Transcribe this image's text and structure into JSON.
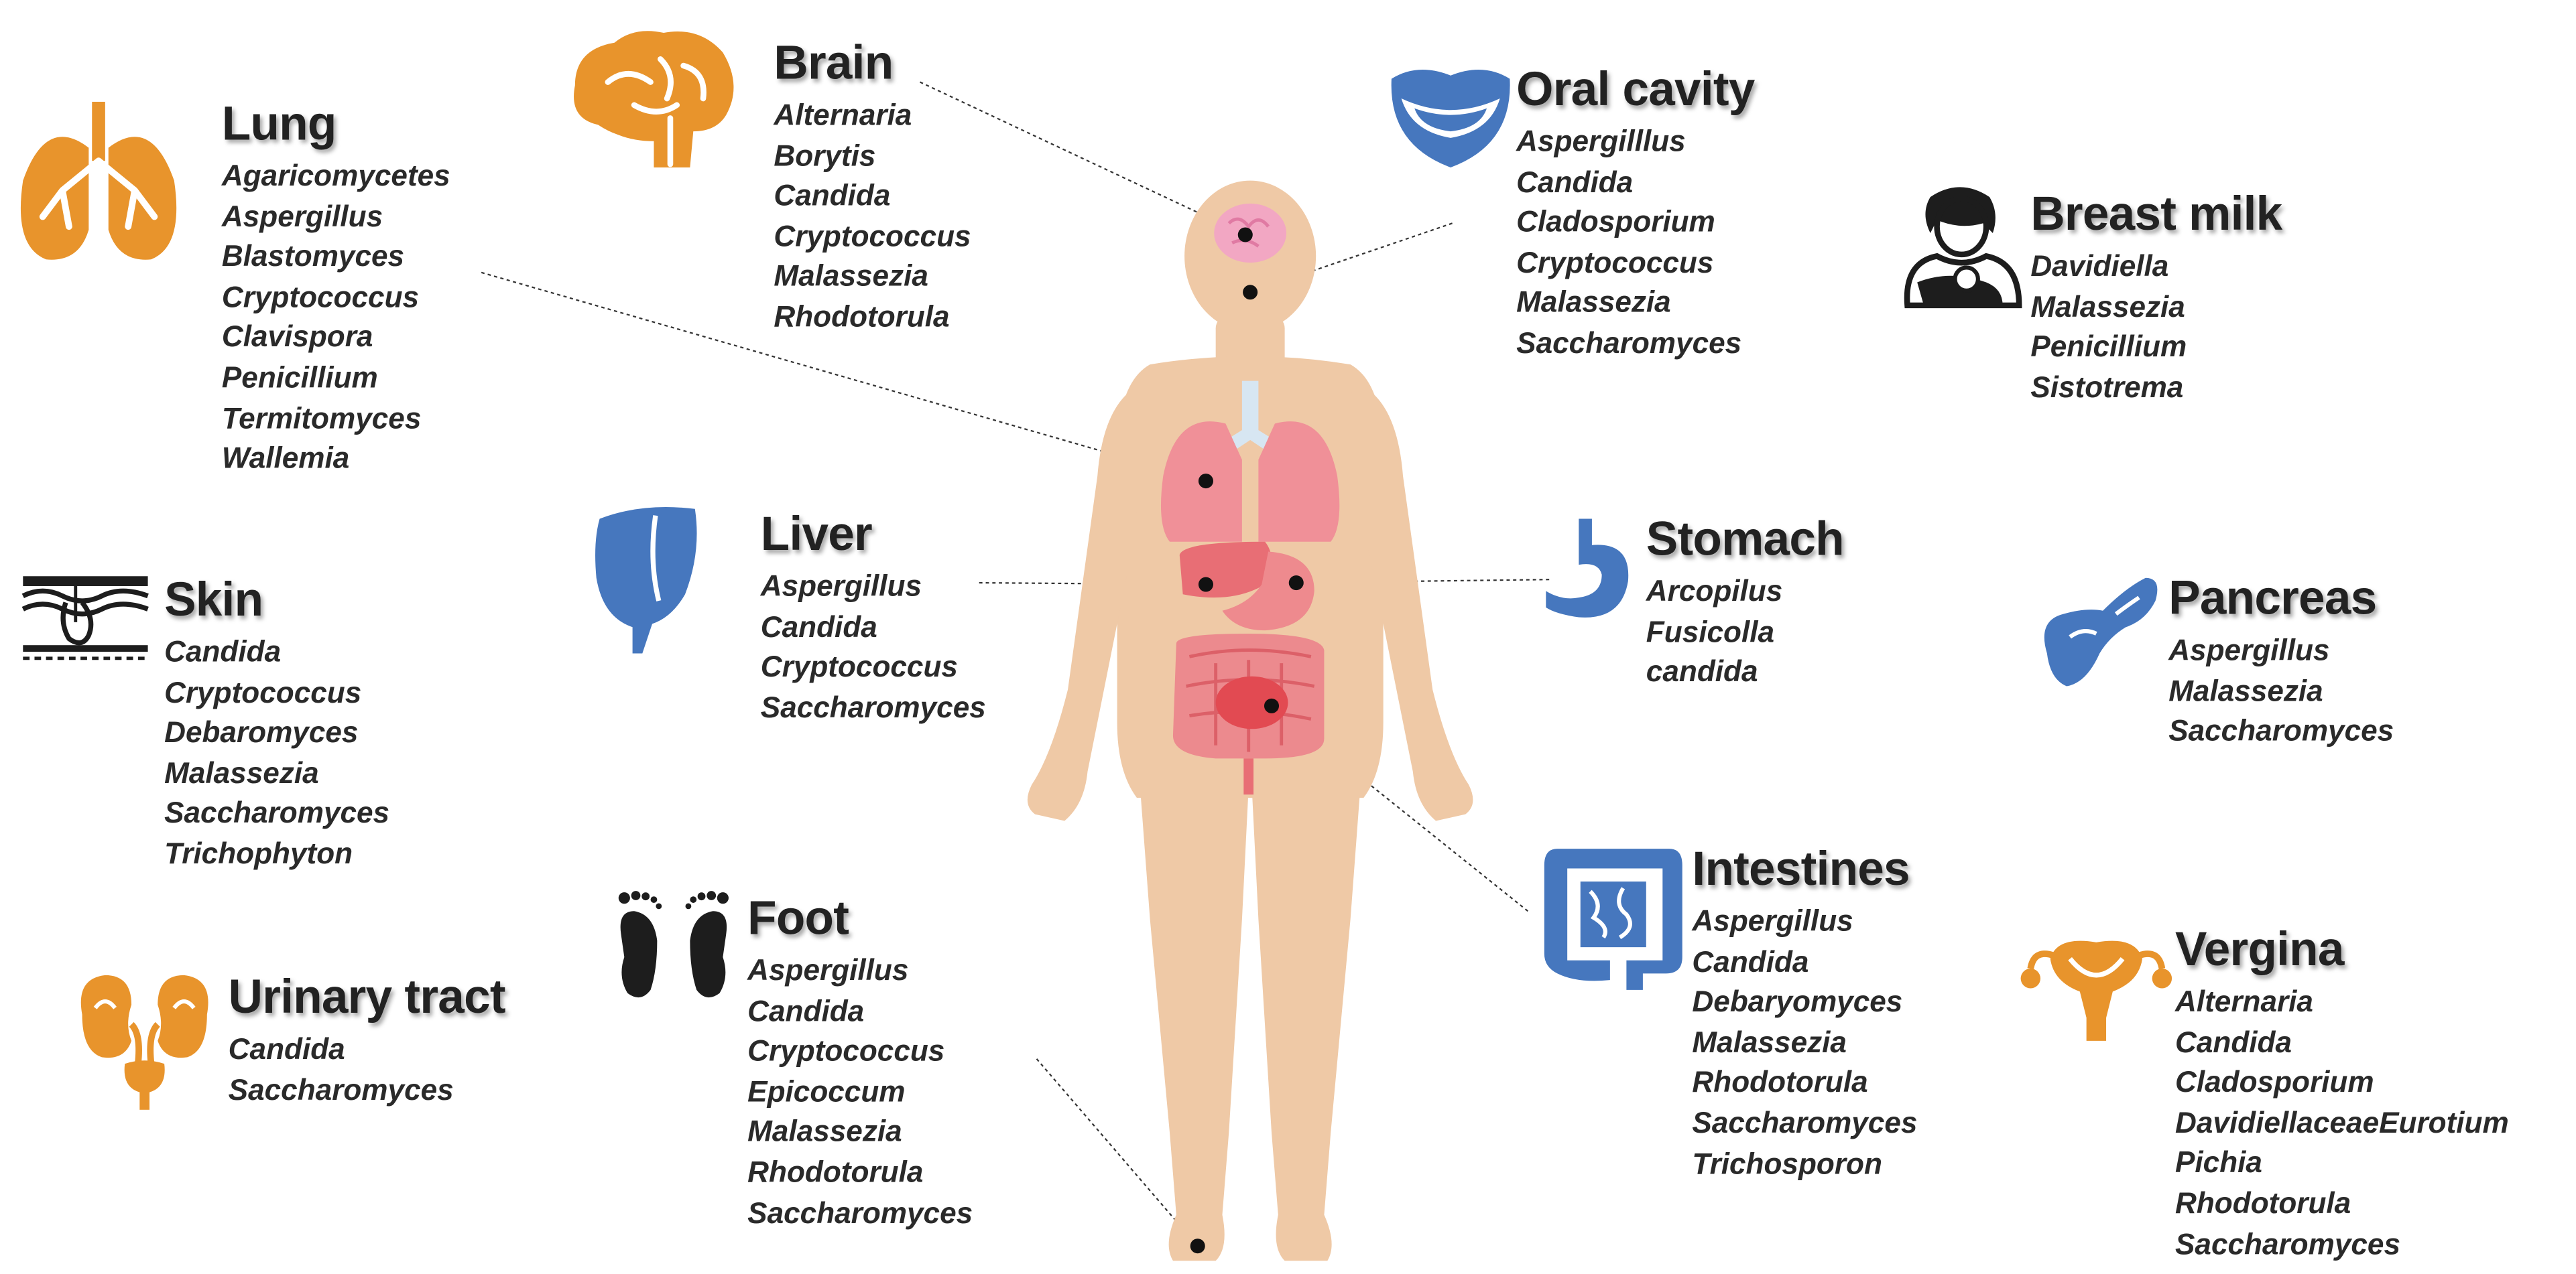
{
  "colors": {
    "orange": "#E8942C",
    "blue": "#4677BE",
    "skin": "#EFC9A6",
    "organ": "#EE7C84",
    "black": "#1d1d1d"
  },
  "organs": [
    {
      "key": "lung",
      "title": "Lung",
      "icon": "lungs-icon",
      "items": [
        "Agaricomycetes",
        "Aspergillus",
        "Blastomyces",
        "Cryptococcus",
        "Clavispora",
        "Penicillium",
        "Termitomyces",
        "Wallemia"
      ]
    },
    {
      "key": "brain",
      "title": "Brain",
      "icon": "brain-icon",
      "items": [
        "Alternaria",
        "Borytis",
        "Candida",
        "Cryptococcus",
        "Malassezia",
        "Rhodotorula"
      ]
    },
    {
      "key": "oral",
      "title": "Oral cavity",
      "icon": "mouth-icon",
      "items": [
        "Aspergilllus",
        "Candida",
        "Cladosporium",
        "Cryptococcus",
        "Malassezia",
        "Saccharomyces"
      ]
    },
    {
      "key": "breast",
      "title": "Breast milk",
      "icon": "breastfeeding-icon",
      "items": [
        "Davidiella",
        "Malassezia",
        "Penicillium",
        "Sistotrema"
      ]
    },
    {
      "key": "skin",
      "title": "Skin",
      "icon": "skin-icon",
      "items": [
        "Candida",
        "Cryptococcus",
        "Debaromyces",
        "Malassezia",
        "Saccharomyces",
        "Trichophyton"
      ]
    },
    {
      "key": "liver",
      "title": "Liver",
      "icon": "liver-icon",
      "items": [
        "Aspergillus",
        "Candida",
        "Cryptococcus",
        "Saccharomyces"
      ]
    },
    {
      "key": "stomach",
      "title": "Stomach",
      "icon": "stomach-icon",
      "items": [
        "Arcopilus",
        "Fusicolla",
        "candida"
      ]
    },
    {
      "key": "pancreas",
      "title": "Pancreas",
      "icon": "pancreas-icon",
      "items": [
        "Aspergillus",
        "Malassezia",
        "Saccharomyces"
      ]
    },
    {
      "key": "urinary",
      "title": "Urinary tract",
      "icon": "kidneys-icon",
      "items": [
        "Candida",
        "Saccharomyces"
      ]
    },
    {
      "key": "foot",
      "title": "Foot",
      "icon": "footprints-icon",
      "items": [
        "Aspergillus",
        "Candida",
        "Cryptococcus",
        "Epicoccum",
        "Malassezia",
        "Rhodotorula",
        "Saccharomyces"
      ]
    },
    {
      "key": "intestines",
      "title": "Intestines",
      "icon": "intestines-icon",
      "items": [
        "Aspergillus",
        "Candida",
        "Debaryomyces",
        "Malassezia",
        "Rhodotorula",
        "Saccharomyces",
        "Trichosporon"
      ]
    },
    {
      "key": "vagina",
      "title": "Vergina",
      "icon": "uterus-icon",
      "items": [
        "Alternaria",
        "Candida",
        "Cladosporium",
        "DavidiellaceaeEurotium",
        "Pichia",
        "Rhodotorula",
        "Saccharomyces"
      ]
    }
  ]
}
